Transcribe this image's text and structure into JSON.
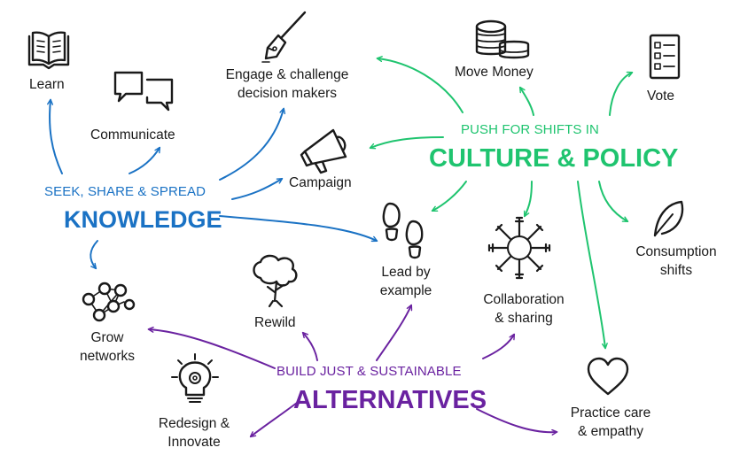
{
  "colors": {
    "blue": "#1a72c4",
    "green": "#1fc46f",
    "purple": "#6a22a0",
    "ink": "#1a1a1a"
  },
  "hubs": {
    "knowledge": {
      "subtitle": "SEEK, SHARE & SPREAD",
      "title": "KNOWLEDGE"
    },
    "culture": {
      "subtitle": "PUSH FOR SHIFTS IN",
      "title": "CULTURE & POLICY"
    },
    "alternatives": {
      "subtitle": "BUILD JUST & SUSTAINABLE",
      "title": "ALTERNATIVES"
    }
  },
  "actions": {
    "learn": "Learn",
    "communicate": "Communicate",
    "engage": [
      "Engage & challenge",
      "decision makers"
    ],
    "campaign": "Campaign",
    "move_money": "Move Money",
    "vote": "Vote",
    "lead": [
      "Lead by",
      "example"
    ],
    "collaboration": [
      "Collaboration",
      "& sharing"
    ],
    "consumption": [
      "Consumption",
      "shifts"
    ],
    "grow": [
      "Grow",
      "networks"
    ],
    "rewild": "Rewild",
    "redesign": [
      "Redesign &",
      "Innovate"
    ],
    "care": [
      "Practice care",
      "& empathy"
    ]
  },
  "icons": [
    "book-icon",
    "speech-bubbles-icon",
    "fountain-pen-icon",
    "megaphone-icon",
    "coins-icon",
    "ballot-icon",
    "footprints-icon",
    "hands-circle-icon",
    "leaf-icon",
    "network-icon",
    "tree-icon",
    "lightbulb-icon",
    "heart-icon"
  ]
}
